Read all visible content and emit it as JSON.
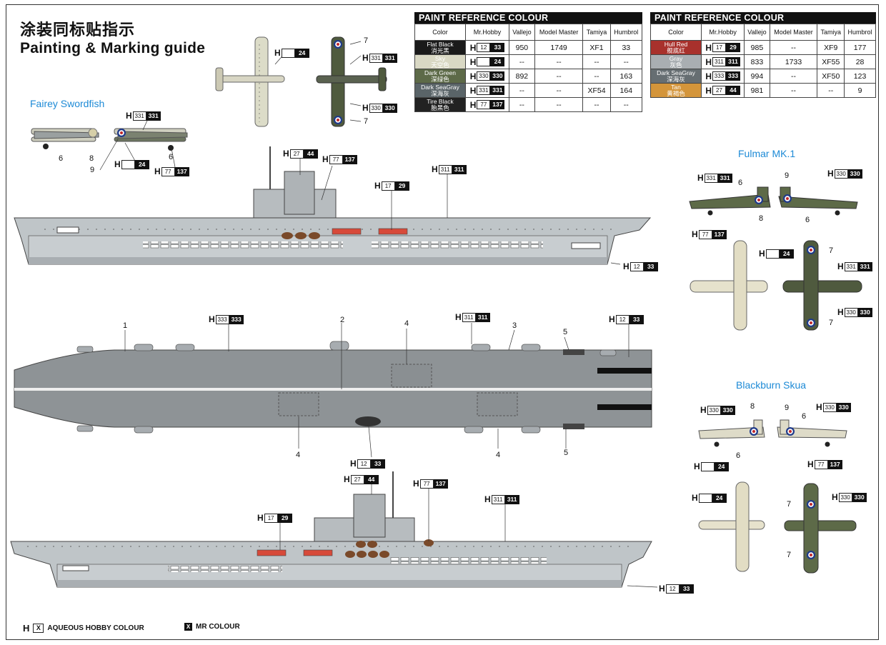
{
  "title": {
    "chinese": "涂装同标贴指示",
    "english": "Painting & Marking guide"
  },
  "aircraft_labels": {
    "swordfish": "Fairey Swordfish",
    "fulmar": "Fulmar MK.1",
    "skua": "Blackburn Skua"
  },
  "table_left": {
    "caption": "PAINT  REFERENCE COLOUR",
    "headers": [
      "Color",
      "Mr.Hobby",
      "Vallejo",
      "Model Master",
      "Tamiya",
      "Humbrol"
    ],
    "rows": [
      {
        "name": "Flat Black",
        "cn": "消光黑",
        "swatch": "#1a1a1a",
        "hb": "12",
        "mr": "33",
        "vallejo": "950",
        "mm": "1749",
        "tamiya": "XF1",
        "humbrol": "33"
      },
      {
        "name": "Sky",
        "cn": "天空色",
        "swatch": "#d9d8c4",
        "hb": "",
        "mr": "24",
        "vallejo": "--",
        "mm": "--",
        "tamiya": "--",
        "humbrol": "--"
      },
      {
        "name": "Dark Green",
        "cn": "深绿色",
        "swatch": "#5d6a48",
        "hb": "330",
        "mr": "330",
        "vallejo": "892",
        "mm": "--",
        "tamiya": "--",
        "humbrol": "163"
      },
      {
        "name": "Dark SeaGray",
        "cn": "深海灰",
        "swatch": "#5a6468",
        "hb": "331",
        "mr": "331",
        "vallejo": "--",
        "mm": "--",
        "tamiya": "XF54",
        "humbrol": "164"
      },
      {
        "name": "Tire Black",
        "cn": "胎黑色",
        "swatch": "#222222",
        "hb": "77",
        "mr": "137",
        "vallejo": "--",
        "mm": "--",
        "tamiya": "--",
        "humbrol": "--"
      }
    ]
  },
  "table_right": {
    "caption": "PAINT  REFERENCE COLOUR",
    "headers": [
      "Color",
      "Mr.Hobby",
      "Vallejo",
      "Model Master",
      "Tamiya",
      "Humbrol"
    ],
    "rows": [
      {
        "name": "Hull Red",
        "cn": "舰底红",
        "swatch": "#a8312c",
        "hb": "17",
        "mr": "29",
        "vallejo": "985",
        "mm": "--",
        "tamiya": "XF9",
        "humbrol": "177"
      },
      {
        "name": "Gray",
        "cn": "灰色",
        "swatch": "#a9aeb2",
        "hb": "311",
        "mr": "311",
        "vallejo": "833",
        "mm": "1733",
        "tamiya": "XF55",
        "humbrol": "28"
      },
      {
        "name": "Dark SeaGray",
        "cn": "深海灰",
        "swatch": "#666e72",
        "hb": "333",
        "mr": "333",
        "vallejo": "994",
        "mm": "--",
        "tamiya": "XF50",
        "humbrol": "123"
      },
      {
        "name": "Tan",
        "cn": "黄褐色",
        "swatch": "#d4953a",
        "hb": "27",
        "mr": "44",
        "vallejo": "981",
        "mm": "--",
        "tamiya": "--",
        "humbrol": "9"
      }
    ]
  },
  "callouts": {
    "c24": {
      "hb": "",
      "mr": "24"
    },
    "c331": {
      "hb": "331",
      "mr": "331"
    },
    "c330": {
      "hb": "330",
      "mr": "330"
    },
    "c77": {
      "hb": "77",
      "mr": "137"
    },
    "c27": {
      "hb": "27",
      "mr": "44"
    },
    "c17": {
      "hb": "17",
      "mr": "29"
    },
    "c311": {
      "hb": "311",
      "mr": "311"
    },
    "c12": {
      "hb": "12",
      "mr": "33"
    },
    "c333": {
      "hb": "333",
      "mr": "333"
    }
  },
  "part_numbers": {
    "n1": "1",
    "n2": "2",
    "n3": "3",
    "n4": "4",
    "n5": "5",
    "n6": "6",
    "n7": "7",
    "n8": "8",
    "n9": "9"
  },
  "legend": {
    "aqueous_symbol": "X",
    "aqueous_label": "AQUEOUS HOBBY COLOUR",
    "mr_symbol": "X",
    "mr_label": "MR COLOUR"
  }
}
